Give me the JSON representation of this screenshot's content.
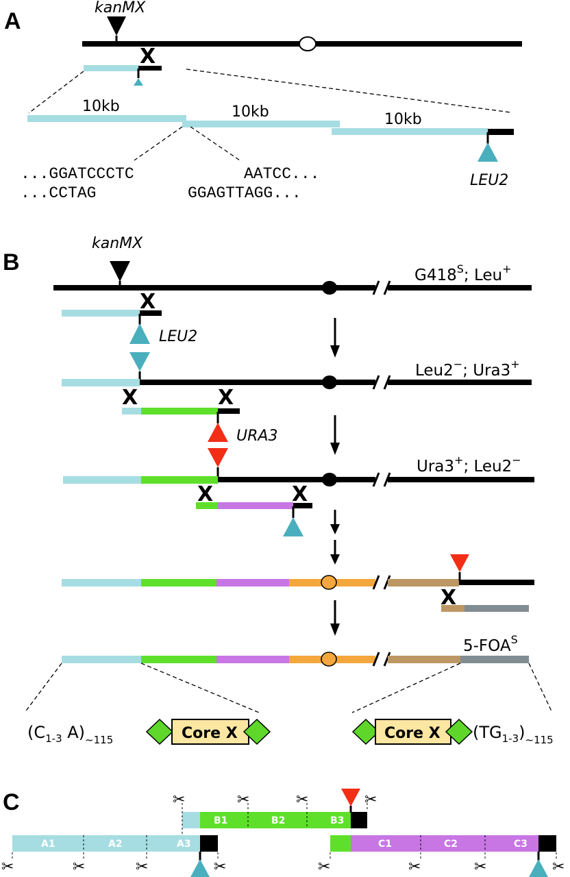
{
  "panels": {
    "a": "A",
    "b": "B",
    "c": "C"
  },
  "genes": {
    "kanmx": "kanMX",
    "leu2": "LEU2",
    "ura3": "URA3"
  },
  "kb_label": "10kb",
  "sequences": {
    "top_left": "...GGATCCCTC",
    "bottom_left": "...CCTAG",
    "top_right": "AATCC...",
    "bottom_right": "GGAGTTAGG..."
  },
  "phenotypes": {
    "row1_main": "G418",
    "row1_sup": "S",
    "row1_rest": "; Leu",
    "row1_sup2": "+",
    "row2_main": "Leu2",
    "row2_sup": "−",
    "row2_rest": "; Ura3",
    "row2_sup2": "+",
    "row3_main": "Ura3",
    "row3_sup": "+",
    "row3_rest": "; Leu2",
    "row3_sup2": "−",
    "row5_main": "5-FOA",
    "row5_sup": "S"
  },
  "telomeres": {
    "left_main": "(C",
    "left_sub": "1-3",
    "left_mid": " A)",
    "left_sub2": "~115",
    "right_main": "(TG",
    "right_sub": "1-3",
    "right_close": ")",
    "right_sub2": "~115"
  },
  "core_x": "Core X",
  "segments": {
    "a": [
      "A1",
      "A2",
      "A3"
    ],
    "b": [
      "B1",
      "B2",
      "B3"
    ],
    "c": [
      "C1",
      "C2",
      "C3"
    ]
  },
  "symbols": {
    "crossover": "X",
    "scissors": "✂"
  },
  "colors": {
    "chromosome": "#000000",
    "light_blue": "#a6dde2",
    "teal_marker": "#4aafbd",
    "green": "#5ee02b",
    "purple": "#c776e3",
    "orange": "#f4a73c",
    "tan": "#bc9763",
    "gray": "#818c93",
    "red_marker": "#f22e17",
    "core_fill": "#fbe6a2",
    "diamond": "#5ed72a"
  }
}
